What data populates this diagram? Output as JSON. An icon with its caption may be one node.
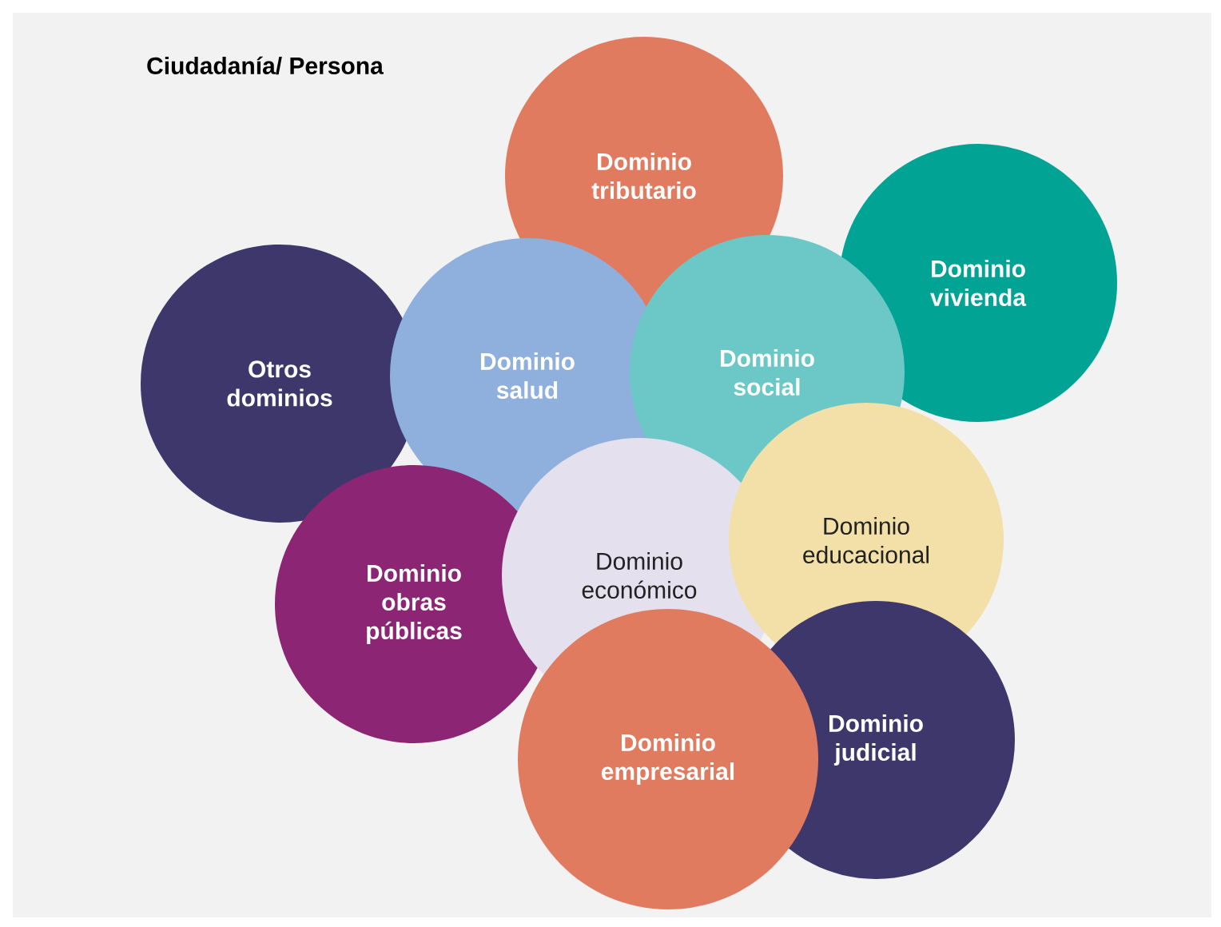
{
  "diagram": {
    "title": "Ciudadanía/ Persona",
    "nodes": [
      {
        "text": [
          "Dominio tributario"
        ]
      },
      {
        "text": [
          "Dominio vivienda"
        ]
      },
      {
        "text": [
          "Otros dominios"
        ]
      },
      {
        "text": [
          "Dominio salud"
        ]
      },
      {
        "text": [
          "Dominio social"
        ]
      },
      {
        "text": [
          "Dominio obras públicas"
        ]
      },
      {
        "text": [
          "Dominio económico"
        ]
      },
      {
        "text": [
          "Dominio educacional"
        ]
      },
      {
        "text": [
          "Dominio judicial"
        ]
      },
      {
        "text": [
          "Dominio empresarial"
        ]
      }
    ]
  }
}
